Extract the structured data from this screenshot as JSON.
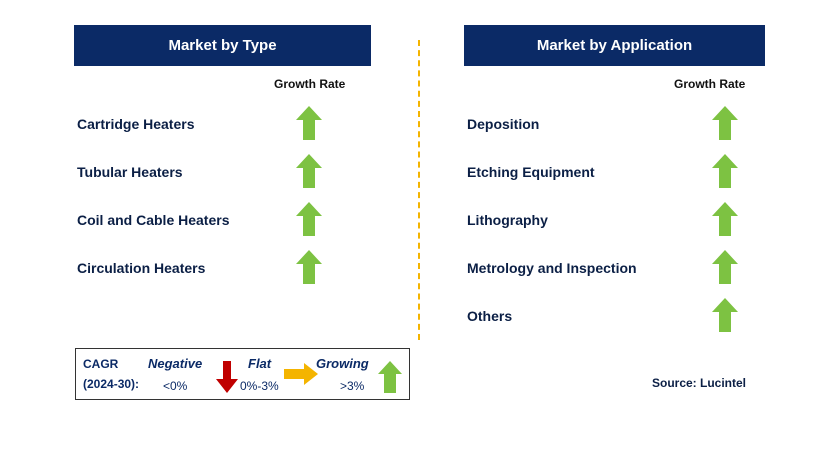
{
  "left": {
    "title": "Market by Type",
    "growth_label": "Growth Rate",
    "items": [
      {
        "label": "Cartridge Heaters",
        "trend": "up"
      },
      {
        "label": "Tubular Heaters",
        "trend": "up"
      },
      {
        "label": "Coil and Cable Heaters",
        "trend": "up"
      },
      {
        "label": "Circulation Heaters",
        "trend": "up"
      }
    ]
  },
  "right": {
    "title": "Market by Application",
    "growth_label": "Growth Rate",
    "items": [
      {
        "label": "Deposition",
        "trend": "up"
      },
      {
        "label": "Etching Equipment",
        "trend": "up"
      },
      {
        "label": "Lithography",
        "trend": "up"
      },
      {
        "label": "Metrology and Inspection",
        "trend": "up"
      },
      {
        "label": "Others",
        "trend": "up"
      }
    ]
  },
  "legend": {
    "cagr_line1": "CAGR",
    "cagr_line2": "(2024-30):",
    "negative": {
      "label": "Negative",
      "range": "<0%"
    },
    "flat": {
      "label": "Flat",
      "range": "0%-3%"
    },
    "growing": {
      "label": "Growing",
      "range": ">3%"
    }
  },
  "source": "Source: Lucintel",
  "colors": {
    "header_bg": "#0b2a66",
    "up_arrow": "#7dc242",
    "down_arrow": "#c00000",
    "flat_arrow": "#f4b400",
    "divider": "#f4b400"
  }
}
